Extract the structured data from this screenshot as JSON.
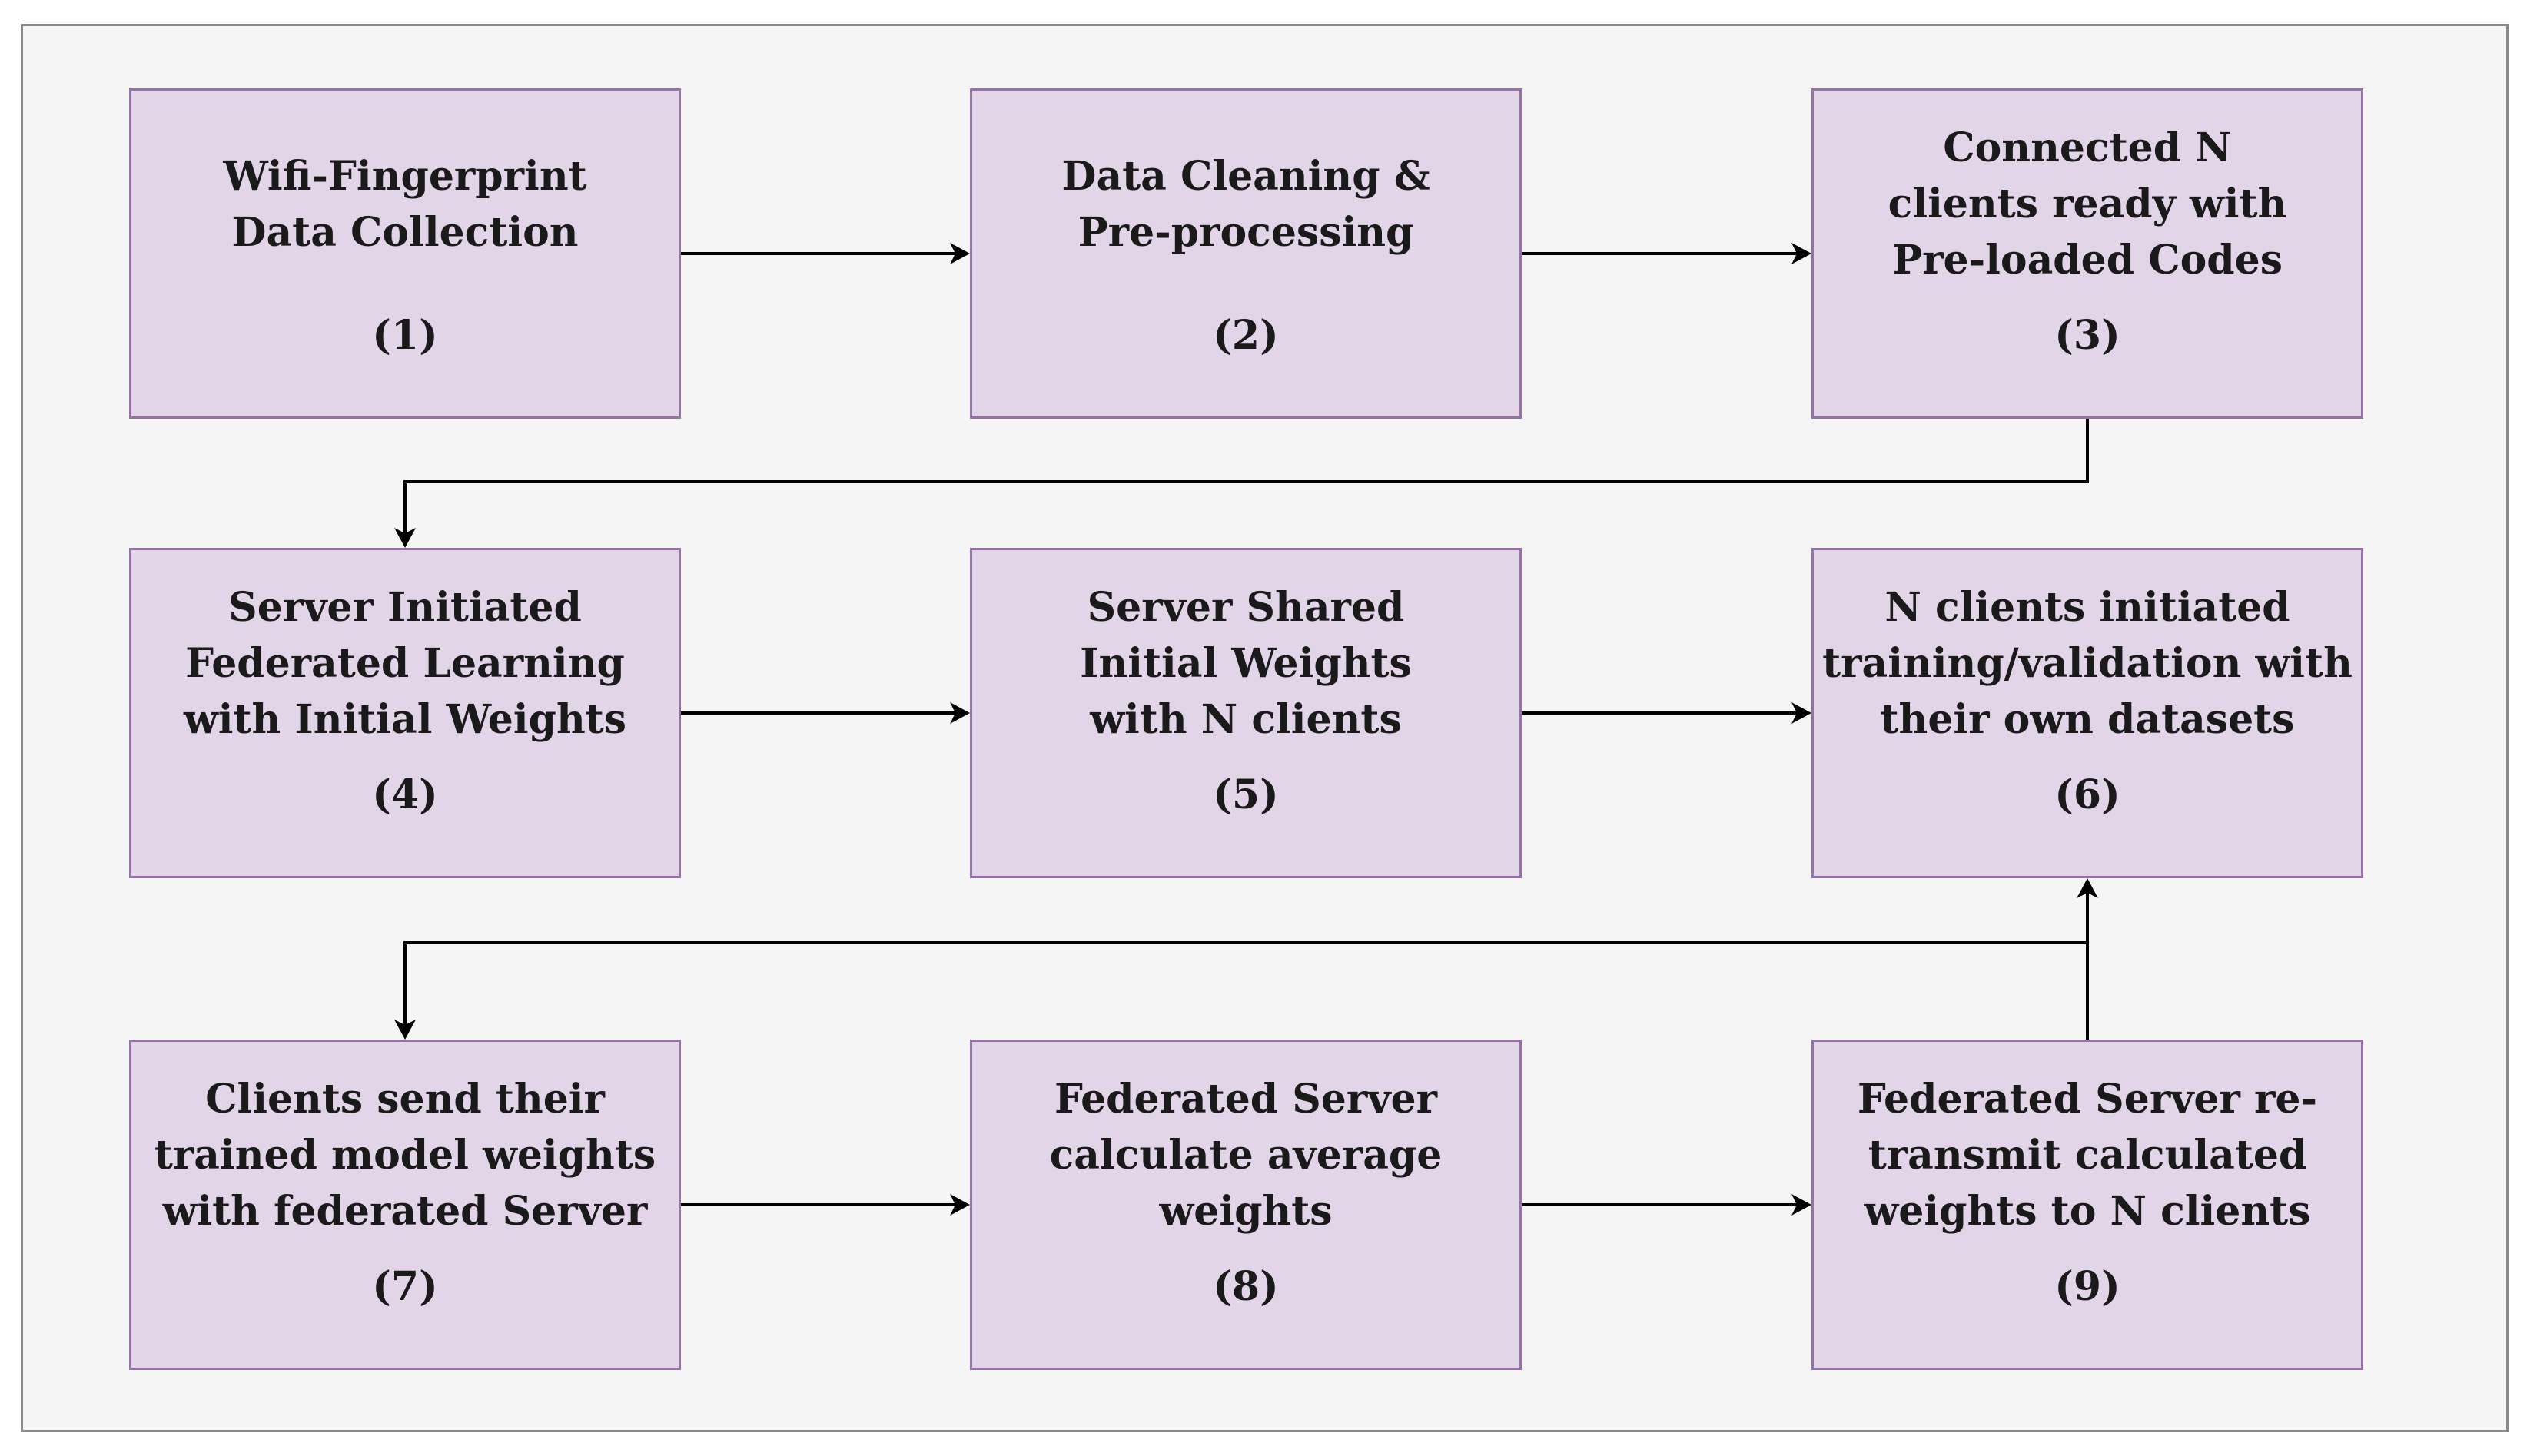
{
  "steps": [
    {
      "title": "Wifi-Fingerprint\nData Collection",
      "number": "(1)"
    },
    {
      "title": "Data Cleaning &\nPre-processing",
      "number": "(2)"
    },
    {
      "title": "Connected N\nclients ready with\nPre-loaded Codes",
      "number": "(3)"
    },
    {
      "title": "Server Initiated\nFederated Learning\nwith Initial Weights",
      "number": "(4)"
    },
    {
      "title": "Server Shared\nInitial Weights\nwith N clients",
      "number": "(5)"
    },
    {
      "title": "N clients initiated\ntraining/validation with\ntheir own datasets",
      "number": "(6)"
    },
    {
      "title": "Clients send their\ntrained model weights\nwith federated Server",
      "number": "(7)"
    },
    {
      "title": "Federated Server\ncalculate average\nweights",
      "number": "(8)"
    },
    {
      "title": "Federated Server re-\ntransmit calculated\nweights to N clients",
      "number": "(9)"
    }
  ],
  "colors": {
    "box_fill": "#e1d5e7",
    "box_border": "#9673a6",
    "background": "#f5f5f5",
    "arrow": "#000000"
  }
}
